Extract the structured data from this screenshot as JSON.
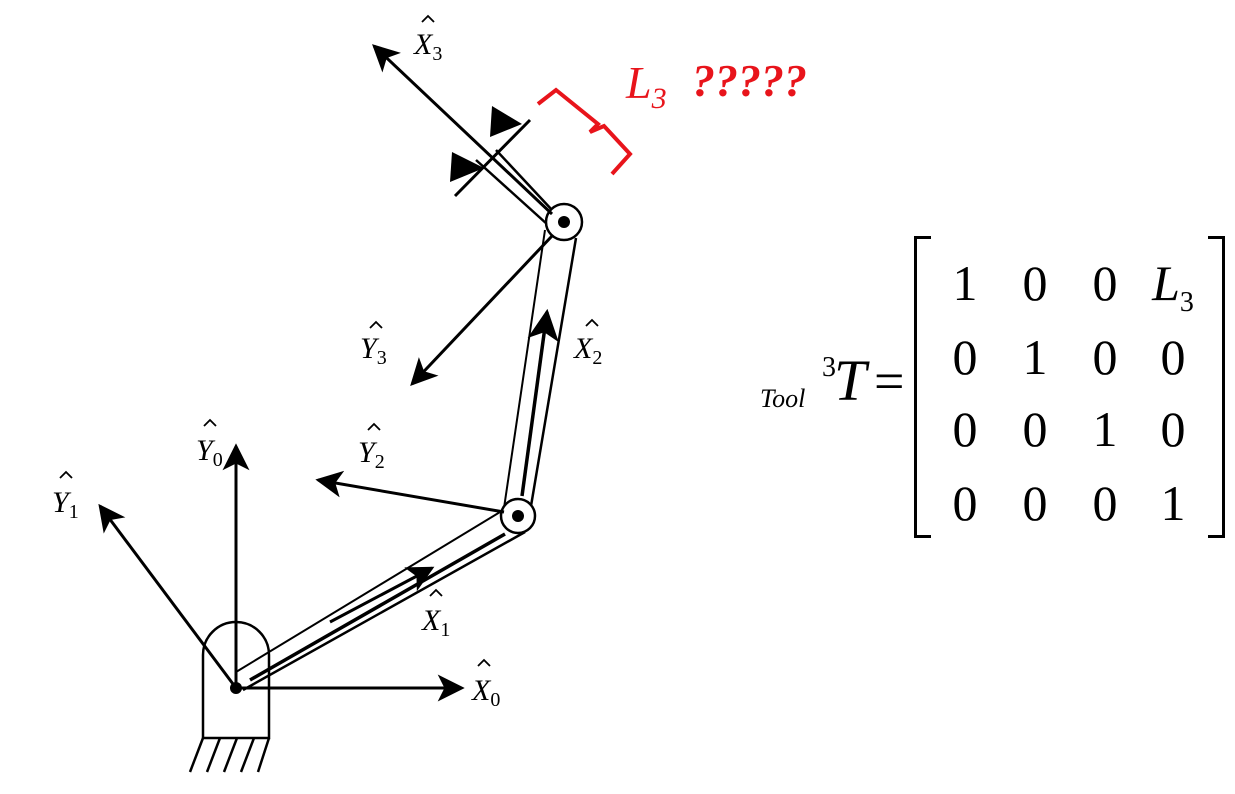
{
  "labels": {
    "x0": "X",
    "x0_sub": "0",
    "y0": "Y",
    "y0_sub": "0",
    "x1": "X",
    "x1_sub": "1",
    "y1": "Y",
    "y1_sub": "1",
    "x2": "X",
    "x2_sub": "2",
    "y2": "Y",
    "y2_sub": "2",
    "x3": "X",
    "x3_sub": "3",
    "y3": "Y",
    "y3_sub": "3"
  },
  "annotation": {
    "text": "L",
    "sub": "3",
    "question": "?????",
    "color": "#e8141b"
  },
  "equation": {
    "subscript": "Tool",
    "superscript": "3",
    "symbol": "T",
    "equals": "=",
    "rows": [
      [
        "1",
        "0",
        "0",
        "L3"
      ],
      [
        "0",
        "1",
        "0",
        "0"
      ],
      [
        "0",
        "0",
        "1",
        "0"
      ],
      [
        "0",
        "0",
        "0",
        "1"
      ]
    ],
    "symbolic_cell_text": "L",
    "symbolic_cell_sub": "3"
  }
}
